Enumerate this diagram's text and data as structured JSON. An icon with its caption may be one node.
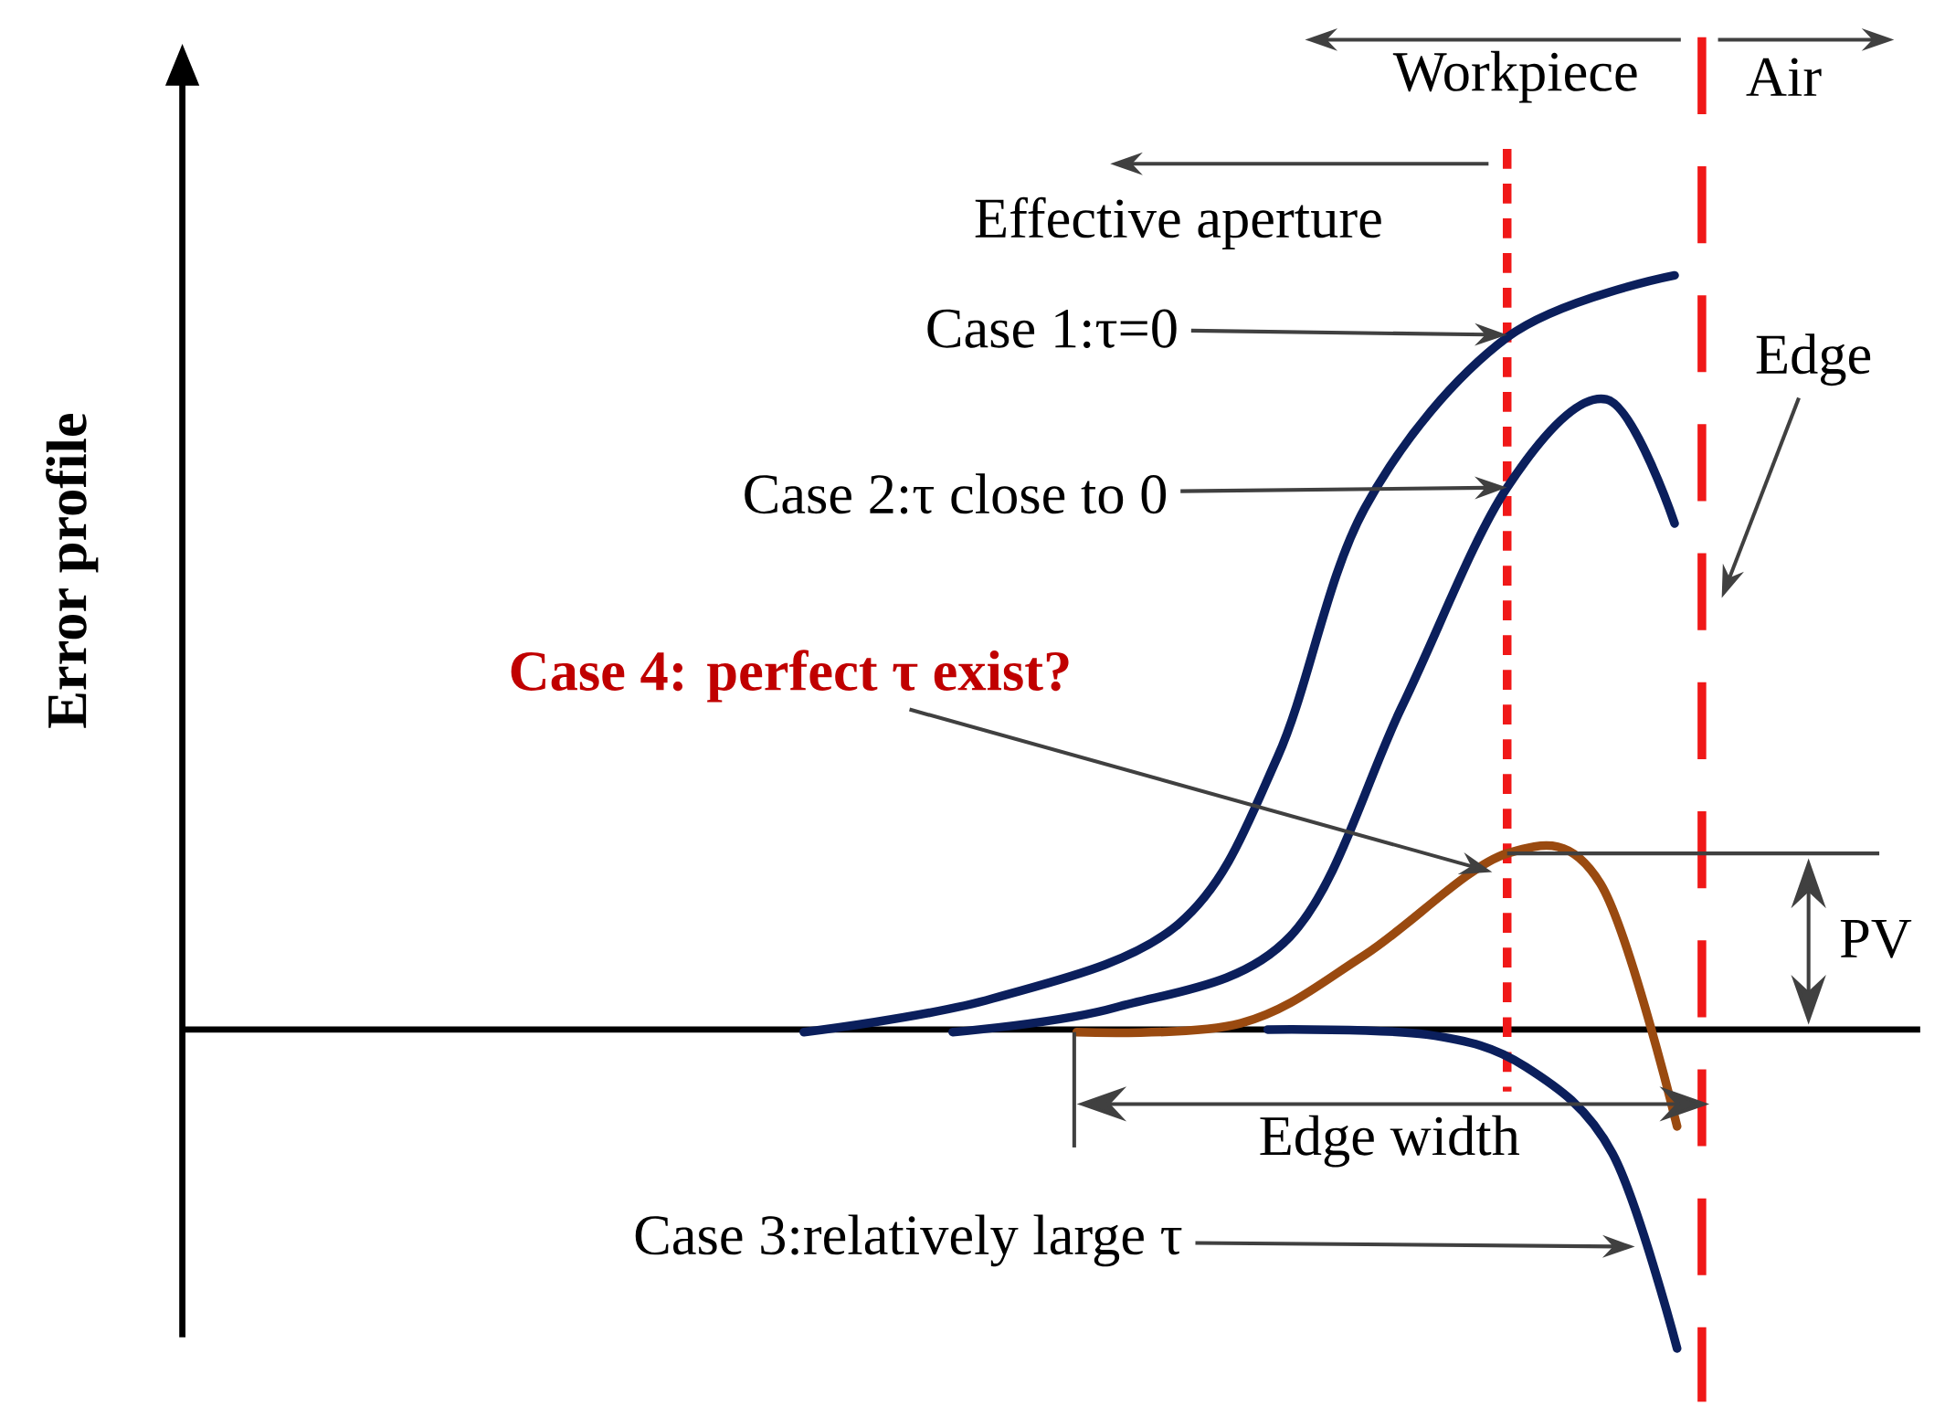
{
  "diagram": {
    "nodes": [
      {
        "text": [
          "Case 1:τ=0"
        ]
      },
      {
        "text": [
          "Case 2:τ close to 0"
        ]
      },
      {
        "text": [
          "Case 4: perfect τ exist?"
        ]
      },
      {
        "text": [
          "Case 3:relatively large τ"
        ]
      },
      {
        "text": [
          "Edge"
        ]
      }
    ],
    "edges": [
      {
        "from": 0,
        "to": null,
        "arrow": "to"
      },
      {
        "from": 1,
        "to": null,
        "arrow": "to"
      },
      {
        "from": 2,
        "to": null,
        "arrow": "to"
      },
      {
        "from": 3,
        "to": null,
        "arrow": "to"
      },
      {
        "from": 4,
        "to": null,
        "arrow": "to"
      }
    ],
    "labels": [
      "Workpiece",
      "Air",
      "Effective aperture",
      "Error profile",
      "PV",
      "Edge width"
    ]
  }
}
